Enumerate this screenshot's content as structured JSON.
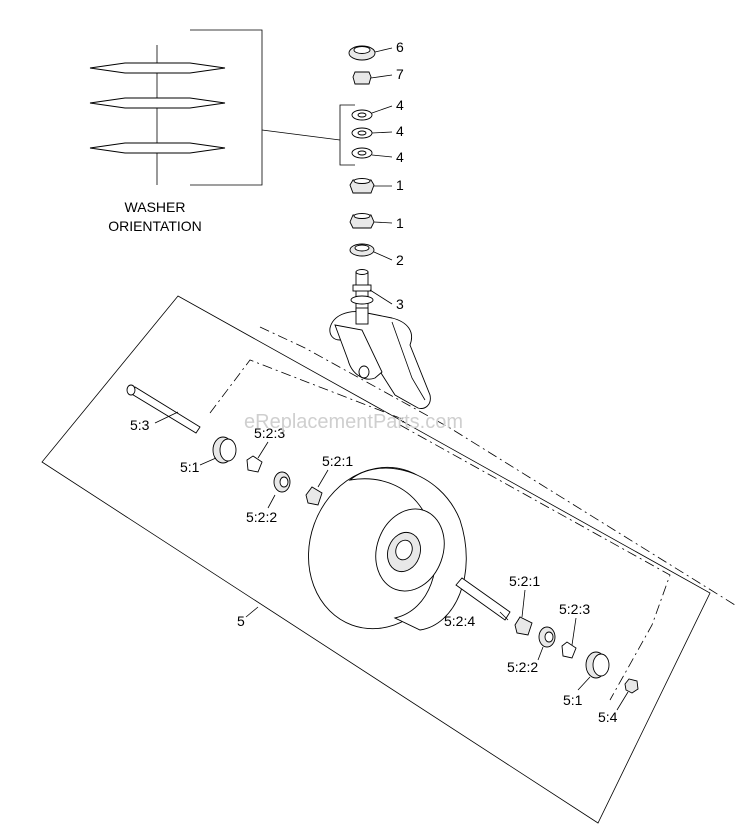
{
  "watermark": "eReplacementParts.com",
  "washer_title": [
    "WASHER",
    "ORIENTATION"
  ],
  "callouts": {
    "c6": "6",
    "c7": "7",
    "c4a": "4",
    "c4b": "4",
    "c4c": "4",
    "c1a": "1",
    "c1b": "1",
    "c2": "2",
    "c3": "3",
    "c5_3": "5:3",
    "c5_2_3a": "5:2:3",
    "c5_1a": "5:1",
    "c5_2_1a": "5:2:1",
    "c5_2_2a": "5:2:2",
    "c5": "5",
    "c5_2_4": "5:2:4",
    "c5_2_1b": "5:2:1",
    "c5_2_3b": "5:2:3",
    "c5_2_2b": "5:2:2",
    "c5_1b": "5:1",
    "c5_4": "5:4"
  }
}
